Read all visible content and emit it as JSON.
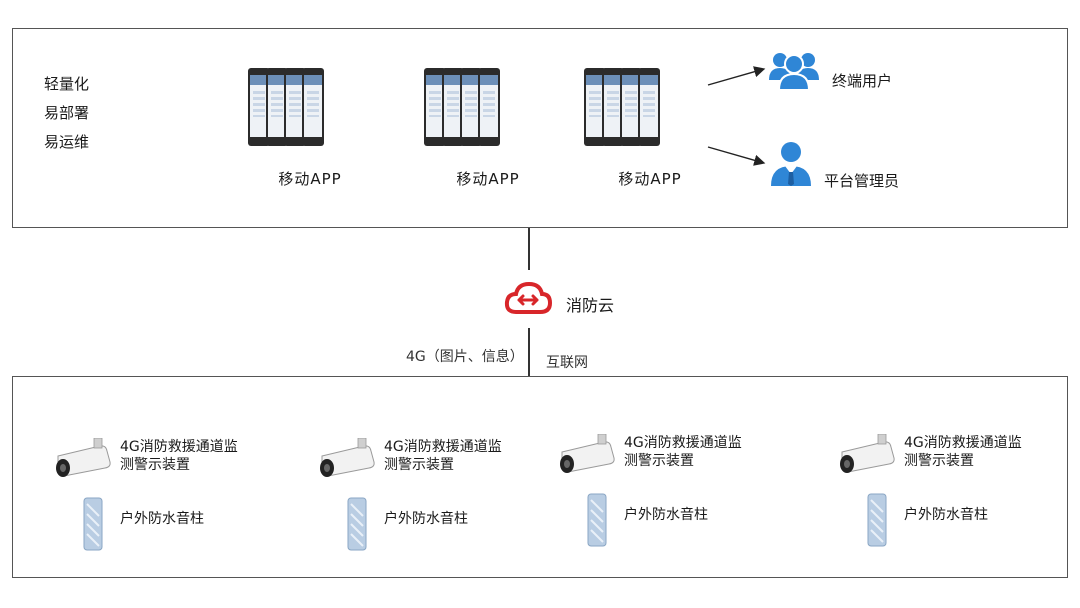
{
  "features": [
    "轻量化",
    "易部署",
    "易运维"
  ],
  "apps": [
    {
      "label": "移动APP"
    },
    {
      "label": "移动APP"
    },
    {
      "label": "移动APP"
    }
  ],
  "users": {
    "end_user": "终端用户",
    "admin": "平台管理员"
  },
  "cloud": {
    "label": "消防云",
    "color": "#d8262a"
  },
  "links": {
    "g4": "4G（图片、信息）",
    "internet": "互联网"
  },
  "devices": [
    {
      "name": "4G消防救援通道监测警示装置",
      "speaker": "户外防水音柱"
    },
    {
      "name": "4G消防救援通道监测警示装置",
      "speaker": "户外防水音柱"
    },
    {
      "name": "4G消防救援通道监测警示装置",
      "speaker": "户外防水音柱"
    },
    {
      "name": "4G消防救援通道监测警示装置",
      "speaker": "户外防水音柱"
    }
  ],
  "colors": {
    "user_icon": "#2f86d6",
    "border": "#555555"
  },
  "icons": {
    "end_user": "users-group-icon",
    "admin": "admin-person-icon",
    "cloud": "cloud-icon",
    "camera": "camera-icon",
    "speaker": "speaker-column-icon"
  }
}
